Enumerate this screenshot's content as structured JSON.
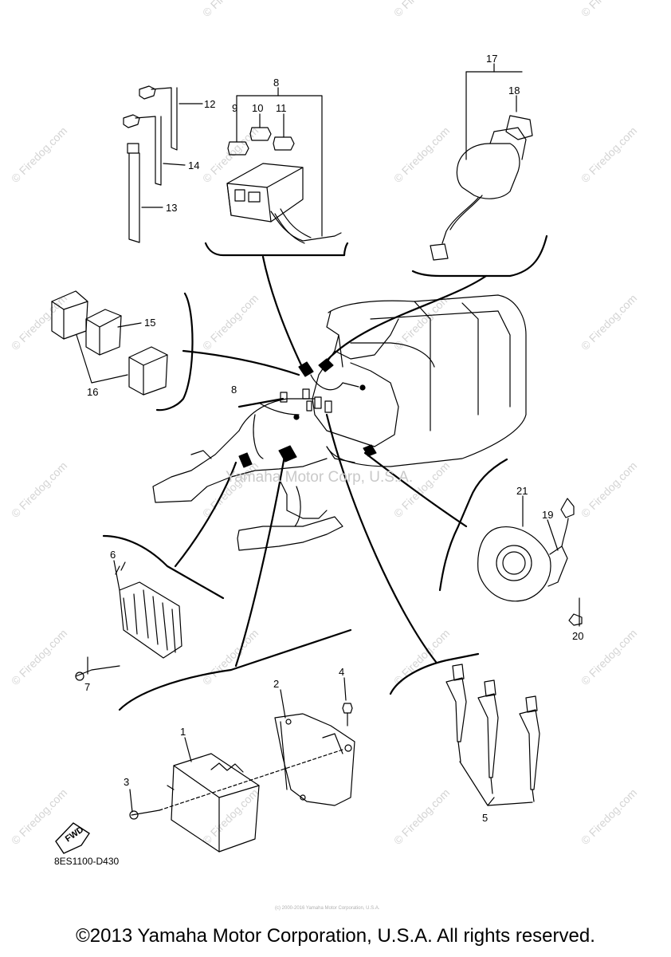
{
  "watermark": "© Firedog.com",
  "center_watermark": "Yamaha Motor Corp, U.S.A.",
  "diagram_code": "8ES1100-D430",
  "fwd_label": "FWD",
  "tiny_footer": "(c) 2000-2016 Yamaha Motor Corporation, U.S.A.",
  "copyright": "©2013 Yamaha Motor Corporation, U.S.A. All rights reserved.",
  "callouts": {
    "c1": "1",
    "c2": "2",
    "c3": "3",
    "c4": "4",
    "c5": "5",
    "c6": "6",
    "c7": "7",
    "c8a": "8",
    "c8b": "8",
    "c9": "9",
    "c10": "10",
    "c11": "11",
    "c12": "12",
    "c13": "13",
    "c14": "14",
    "c15": "15",
    "c16": "16",
    "c17": "17",
    "c18": "18",
    "c19": "19",
    "c20": "20",
    "c21": "21"
  }
}
